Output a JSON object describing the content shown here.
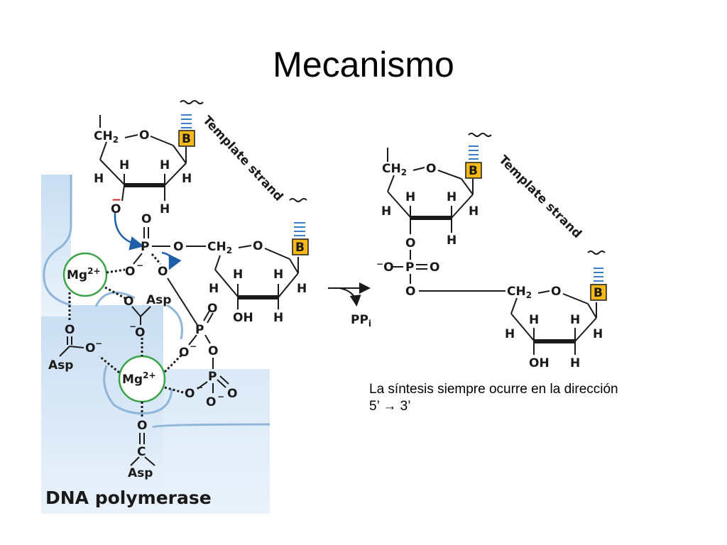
{
  "slide": {
    "title": "Mecanismo",
    "caption_line1": "La síntesis siempre ocurre en la dirección",
    "caption_line2": "5’ → 3’"
  },
  "left_panel": {
    "enzyme_label": "DNA polymerase",
    "template_label": "Template strand",
    "base_label": "B",
    "ion_label": "Mg",
    "ion_charge": "2+",
    "residue_label": "Asp",
    "ch2": "CH",
    "ch2_sub": "2",
    "ring_o": "O",
    "h": "H",
    "oh": "OH",
    "p": "P",
    "o": "O",
    "o_minus": "O",
    "minus": "−",
    "c": "C"
  },
  "arrow": {
    "byproduct": "PP",
    "byproduct_sub": "i"
  },
  "right_panel": {
    "template_label": "Template strand",
    "base_label": "B",
    "ch2": "CH",
    "ch2_sub": "2",
    "ring_o": "O",
    "h": "H",
    "oh": "OH",
    "p": "P",
    "o": "O",
    "minus": "−"
  },
  "colors": {
    "base_box": "#f7b81a",
    "base_ticks": "#3a7ec8",
    "panel_blue": "#cfe2f3",
    "ion_circle": "#3aa348",
    "arrow_blue": "#1f5fa8",
    "minus_red": "#d42020"
  }
}
